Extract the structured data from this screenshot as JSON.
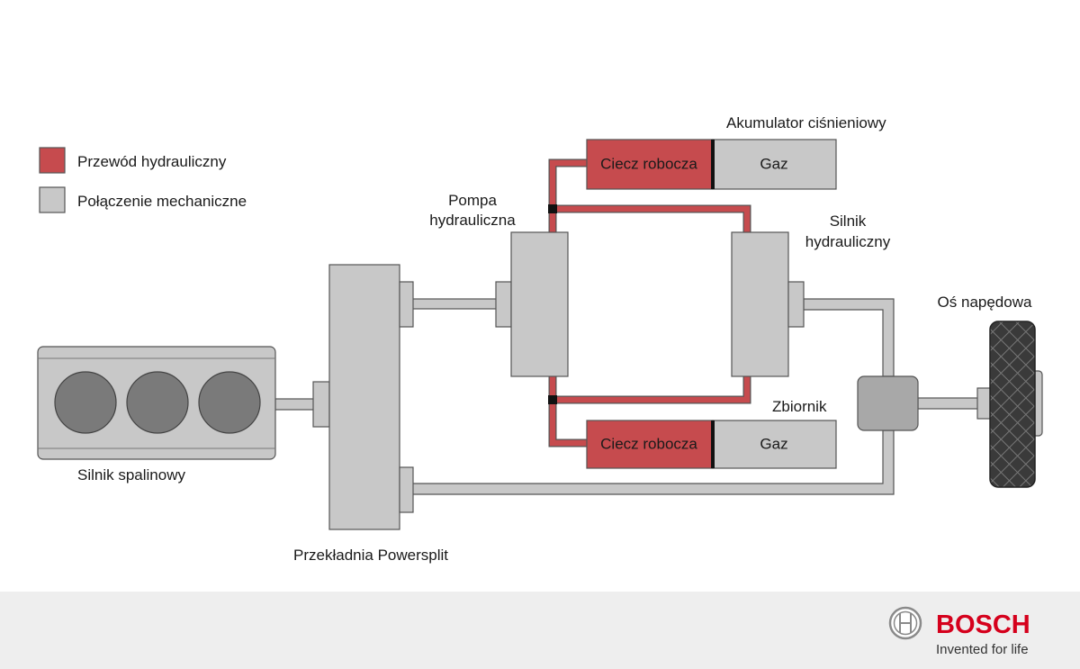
{
  "legend": {
    "hydraulic_label": "Przewód hydrauliczny",
    "mechanical_label": "Połączenie mechaniczne",
    "hydraulic_color": "#c64b4e",
    "mechanical_color": "#c8c8c8"
  },
  "components": {
    "engine": "Silnik spalinowy",
    "transmission": "Przekładnia Powersplit",
    "pump_line1": "Pompa",
    "pump_line2": "hydrauliczna",
    "motor_line1": "Silnik",
    "motor_line2": "hydrauliczny",
    "axle": "Oś napędowa",
    "accumulator": "Akumulator ciśnieniowy",
    "reservoir": "Zbiornik",
    "fluid_top": "Ciecz robocza",
    "gas_top": "Gaz",
    "fluid_bottom": "Ciecz robocza",
    "gas_bottom": "Gaz"
  },
  "footer": {
    "brand": "BOSCH",
    "slogan": "Invented for life",
    "brand_color": "#d5001c"
  }
}
